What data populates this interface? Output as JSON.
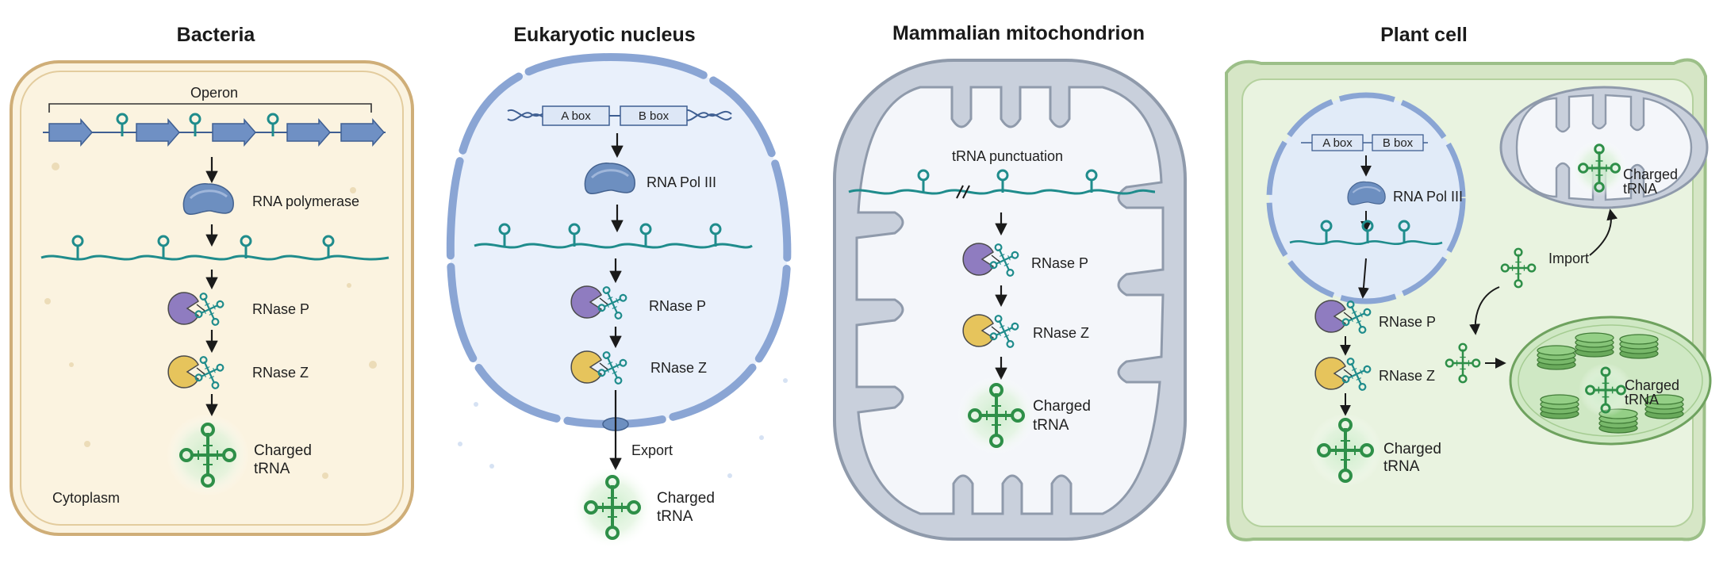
{
  "panels": {
    "bacteria": {
      "title": "Bacteria",
      "operon": "Operon",
      "polymerase": "RNA polymerase",
      "rnase_p": "RNase P",
      "rnase_z": "RNase Z",
      "charged_line1": "Charged",
      "charged_line2": "tRNA",
      "compartment": "Cytoplasm"
    },
    "nucleus": {
      "title": "Eukaryotic nucleus",
      "a_box": "A box",
      "b_box": "B box",
      "polymerase": "RNA Pol III",
      "rnase_p": "RNase P",
      "rnase_z": "RNase Z",
      "export": "Export",
      "charged_line1": "Charged",
      "charged_line2": "tRNA"
    },
    "mito": {
      "title": "Mammalian mitochondrion",
      "punctuation": "tRNA punctuation",
      "rnase_p": "RNase P",
      "rnase_z": "RNase Z",
      "charged_line1": "Charged",
      "charged_line2": "tRNA"
    },
    "plant": {
      "title": "Plant cell",
      "a_box": "A box",
      "b_box": "B box",
      "polymerase": "RNA Pol III",
      "rnase_p": "RNase P",
      "rnase_z": "RNase Z",
      "charged_line1": "Charged",
      "charged_line2": "tRNA",
      "mito_charged_line1": "Charged",
      "mito_charged_line2": "tRNA",
      "import": "Import",
      "chloro_charged_line1": "Charged",
      "chloro_charged_line2": "tRNA"
    }
  },
  "colors": {
    "bacteria_fill": "#fbf3e0",
    "bacteria_border": "#cfae78",
    "nucleus_fill": "#e9f0fb",
    "nucleus_border": "#8aa5d4",
    "mito_fill": "#f4f6fa",
    "mito_border": "#8f9aab",
    "plant_fill": "#e9f3e0",
    "plant_border": "#9cbf88",
    "rna": "#1f8c8c",
    "trna_green": "#2e8f48",
    "rnase_p": "#8f7cc0",
    "rnase_z": "#e6c45c",
    "polymerase": "#6d8fc0",
    "gene_arrow": "#6f90c4"
  },
  "icons": [
    "rna-polymerase-icon",
    "rnase-p-icon",
    "rnase-z-icon",
    "trna-icon",
    "charged-trna-icon",
    "gene-arrow-icon",
    "dna-helix-icon",
    "nuclear-pore-icon",
    "thylakoid-stack-icon"
  ]
}
